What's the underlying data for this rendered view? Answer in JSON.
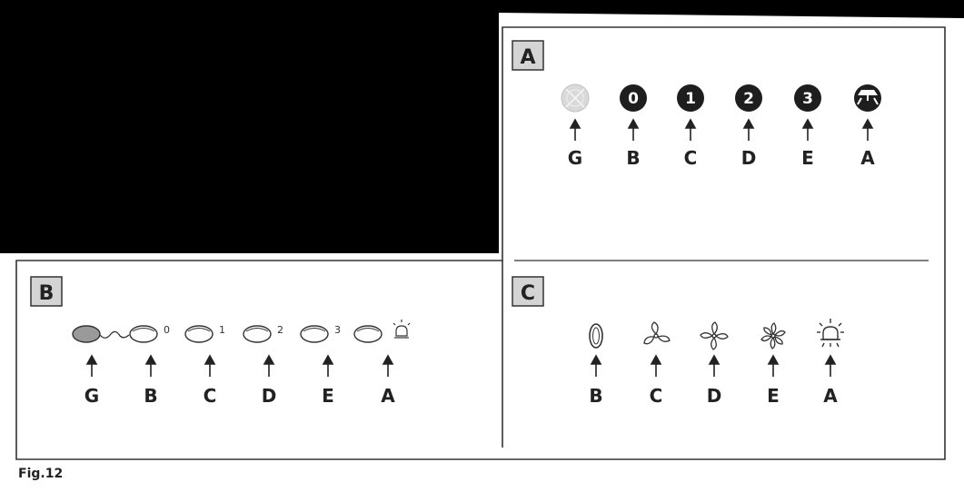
{
  "caption": "Fig.12",
  "panels": {
    "a": {
      "tag": "A",
      "buttons": [
        "",
        "0",
        "1",
        "2",
        "3",
        ""
      ],
      "labels": [
        "G",
        "B",
        "C",
        "D",
        "E",
        "A"
      ]
    },
    "b": {
      "tag": "B",
      "superscripts": [
        "",
        "0",
        "1",
        "2",
        "3",
        ""
      ],
      "labels": [
        "G",
        "B",
        "C",
        "D",
        "E",
        "A"
      ]
    },
    "c": {
      "tag": "C",
      "labels": [
        "B",
        "C",
        "D",
        "E",
        "A"
      ]
    }
  },
  "icons": {
    "panel_a": [
      "dimmed-x-icon",
      "zero-icon",
      "one-icon",
      "two-icon",
      "three-icon",
      "hood-light-icon"
    ],
    "panel_b": [
      "indicator-led-icon",
      "button-icon",
      "button-icon",
      "button-icon",
      "button-icon",
      "button-icon",
      "light-bulb-icon"
    ],
    "panel_c": [
      "zero-icon",
      "fan-icon",
      "fan-icon",
      "fan-icon",
      "light-bulb-icon"
    ]
  },
  "colors": {
    "background": "#000000",
    "paper": "#ffffff",
    "line": "#333333",
    "tag_fill": "#d4d4d4",
    "button_dark": "#1e1e1e",
    "button_dim": "#d9d9d9",
    "led_fill": "#9a9a9a"
  }
}
